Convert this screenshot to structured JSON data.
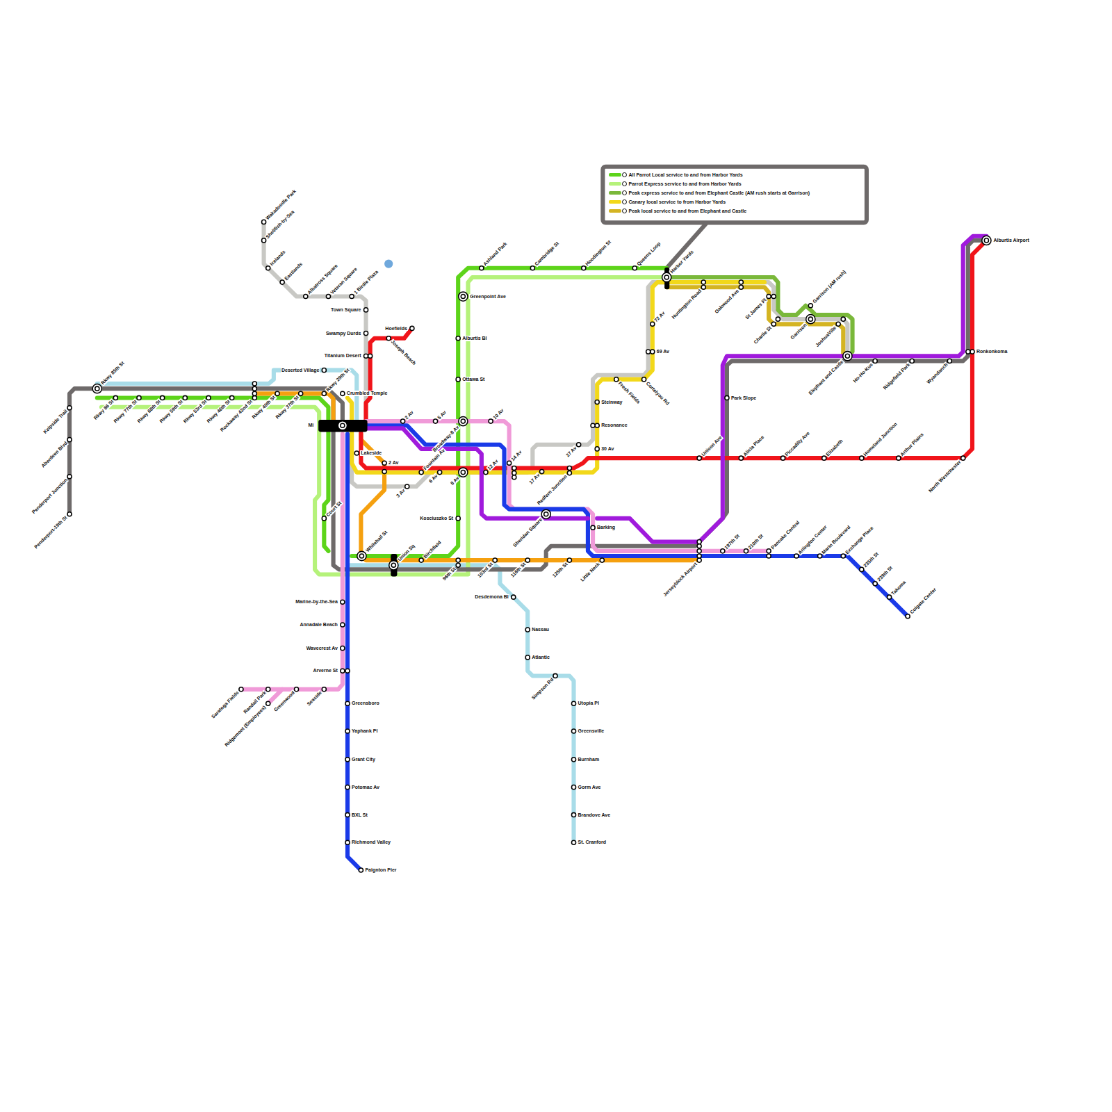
{
  "diagram": {
    "labels": [
      "Rkwy 85th St",
      "Kelpside Trail",
      "Aberdeen Blvd",
      "Penderport Junction",
      "Penderport-19th St",
      "Rkwy 86 St",
      "Rkwy 77th St",
      "Rkwy 68th St",
      "Rkwy 59th St",
      "Rkwy 53rd St",
      "Rkwy 46th St",
      "Rockaway 42nd St",
      "Rkwy 40th St",
      "Rkwy 37th St",
      "Rkwy 29th St",
      "Crumbled Temple",
      "Deserted Village",
      "Wakadoodle Park",
      "Shellfish-by-Sea",
      "Icelands",
      "Eastlands",
      "Albatross Square",
      "Veteran Square",
      "1 Birdie Plaza",
      "Town Square",
      "Swampy Durds",
      "Titanium Desert",
      "Hoefields",
      "Joseph Beach",
      "Mi",
      "Lakeside",
      "2 Av",
      "3 Av",
      "Fountain Av",
      "6 Av",
      "8 Av",
      "12 Av",
      "14 Av",
      "17 Av",
      "Redfern Junction",
      "27 Av",
      "2 Av",
      "5 Av",
      "10 Av",
      "Broadway-8 Av",
      "Whitehall St",
      "Union Sq",
      "Birchfield",
      "96th St",
      "103rd St",
      "116th St",
      "125th St",
      "Little Neck",
      "Court St",
      "Kosciuszko St",
      "Greenpoint Ave",
      "Alburtis Bl",
      "Ottawa St",
      "Ashland Park",
      "Cambridge St",
      "Hoodington St",
      "Queens Loop",
      "Harbor Yards",
      "Huntington Road",
      "Oakwood Ave",
      "St James Pl",
      "Charlie St",
      "Garrison",
      "Garrison (AM rush)",
      "JoshuaVille",
      "Elephant and Castle",
      "Ho-Ho-Kus",
      "Ridgefield Park",
      "Wyandanch",
      "Ronkonkoma",
      "Alburtis Airport",
      "North Westchester",
      "Arthur Plains",
      "Homeland Junction",
      "Elizabeth",
      "Piccadilly Ave",
      "Alicia Place",
      "Unison Ave",
      "Park Slope",
      "72 Av",
      "69 Av",
      "Cortelyou Rd",
      "Fresh Fields",
      "Steinway",
      "Resonance",
      "30 Av",
      "Barking",
      "Sheridan Square",
      "Jerseyblock Airport",
      "197th St",
      "210th St",
      "Pancake Central",
      "Arlington Center",
      "Marin Boulevard",
      "Exchange Place",
      "235th St",
      "239th St",
      "Takoma",
      "Colgate Center",
      "Desdemona Bl",
      "Nassau",
      "Atlantic",
      "Simpson Rd",
      "Utopia Pl",
      "Greensville",
      "Burnham",
      "Gorm Ave",
      "Brandove Ave",
      "St. Cranford",
      "Marine-by-the-Sea",
      "Annadale Beach",
      "Wavecrest Av",
      "Arverne St",
      "Greensboro",
      "Yaphank Pl",
      "Grant City",
      "Potomac Av",
      "BXL St",
      "Richmond Valley",
      "Paignton Pier",
      "Seaside",
      "Greenwood",
      "Randall Park",
      "Ridgemont (Employees)",
      "Saratoga Fields"
    ],
    "legend": [
      {
        "text": "All Parrot Local service to and from Harbor Yards",
        "color": "#5dd41a"
      },
      {
        "text": "Parrot Express service to and from Harbor Yards",
        "color": "#b5f27a"
      },
      {
        "text": "Peak express service to and from Elephant Castle (AM rush starts at Garrison)",
        "color": "#7ab83a"
      },
      {
        "text": "Canary local service to from Harbor Yards",
        "color": "#f2d81a"
      },
      {
        "text": "Peak local service to and from Elephant and Castle",
        "color": "#d4b422"
      }
    ]
  }
}
